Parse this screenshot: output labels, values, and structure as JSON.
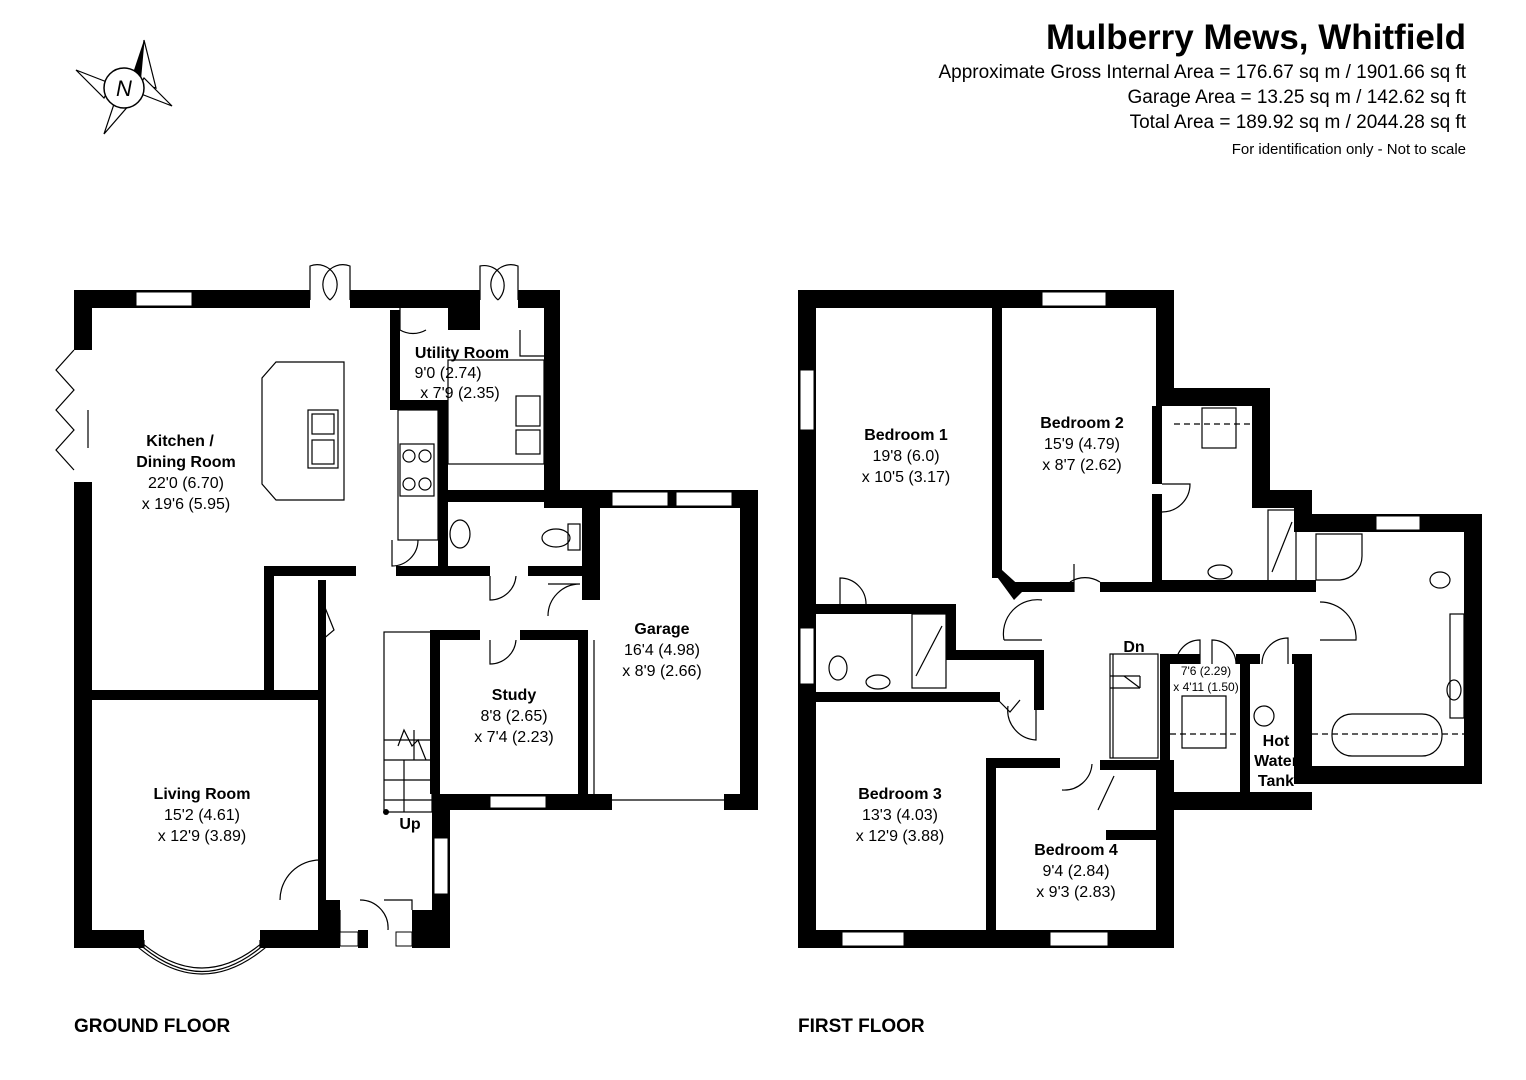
{
  "header": {
    "title": "Mulberry Mews, Whitfield",
    "gross_internal_area": "Approximate Gross Internal Area = 176.67 sq m / 1901.66 sq ft",
    "garage_area": "Garage Area = 13.25 sq m / 142.62 sq ft",
    "total_area": "Total Area = 189.92 sq m / 2044.28 sq ft",
    "note": "For identification only - Not to scale"
  },
  "compass": {
    "letter": "N",
    "icon": "compass-icon"
  },
  "ground_floor": {
    "label": "GROUND FLOOR",
    "stairs_label": "Up",
    "rooms": {
      "kitchen": {
        "name_line1": "Kitchen /",
        "name_line2": "Dining Room",
        "dim1": "22'0 (6.70)",
        "dim2": "x 19'6 (5.95)"
      },
      "utility": {
        "name": "Utility Room",
        "dim1": "9'0 (2.74)",
        "dim2": "x 7'9 (2.35)"
      },
      "garage": {
        "name": "Garage",
        "dim1": "16'4 (4.98)",
        "dim2": "x 8'9 (2.66)"
      },
      "study": {
        "name": "Study",
        "dim1": "8'8 (2.65)",
        "dim2": "x 7'4 (2.23)"
      },
      "living": {
        "name": "Living Room",
        "dim1": "15'2 (4.61)",
        "dim2": "x 12'9 (3.89)"
      }
    }
  },
  "first_floor": {
    "label": "FIRST FLOOR",
    "stairs_label": "Dn",
    "rooms": {
      "bedroom1": {
        "name": "Bedroom 1",
        "dim1": "19'8 (6.0)",
        "dim2": "x 10'5 (3.17)"
      },
      "bedroom2": {
        "name": "Bedroom 2",
        "dim1": "15'9 (4.79)",
        "dim2": "x 8'7 (2.62)"
      },
      "bedroom3": {
        "name": "Bedroom 3",
        "dim1": "13'3 (4.03)",
        "dim2": "x 12'9 (3.88)"
      },
      "bedroom4": {
        "name": "Bedroom 4",
        "dim1": "9'4 (2.84)",
        "dim2": "x 9'3 (2.83)"
      },
      "storage": {
        "dim1": "7'6 (2.29)",
        "dim2": "x 4'11 (1.50)"
      },
      "hot_water_tank": {
        "line1": "Hot",
        "line2": "Water",
        "line3": "Tank"
      }
    }
  }
}
